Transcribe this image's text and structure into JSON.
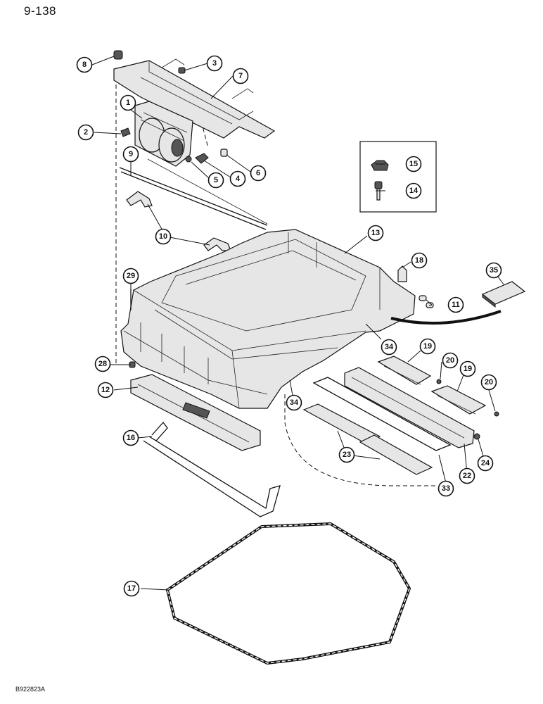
{
  "page_number": "9-138",
  "figure_code": "B922823A",
  "callouts": [
    "8",
    "3",
    "7",
    "1",
    "2",
    "9",
    "5",
    "4",
    "6",
    "15",
    "14",
    "10",
    "13",
    "18",
    "35",
    "29",
    "11",
    "34",
    "19",
    "20",
    "28",
    "12",
    "34",
    "16",
    "23",
    "22",
    "24",
    "33",
    "17"
  ]
}
